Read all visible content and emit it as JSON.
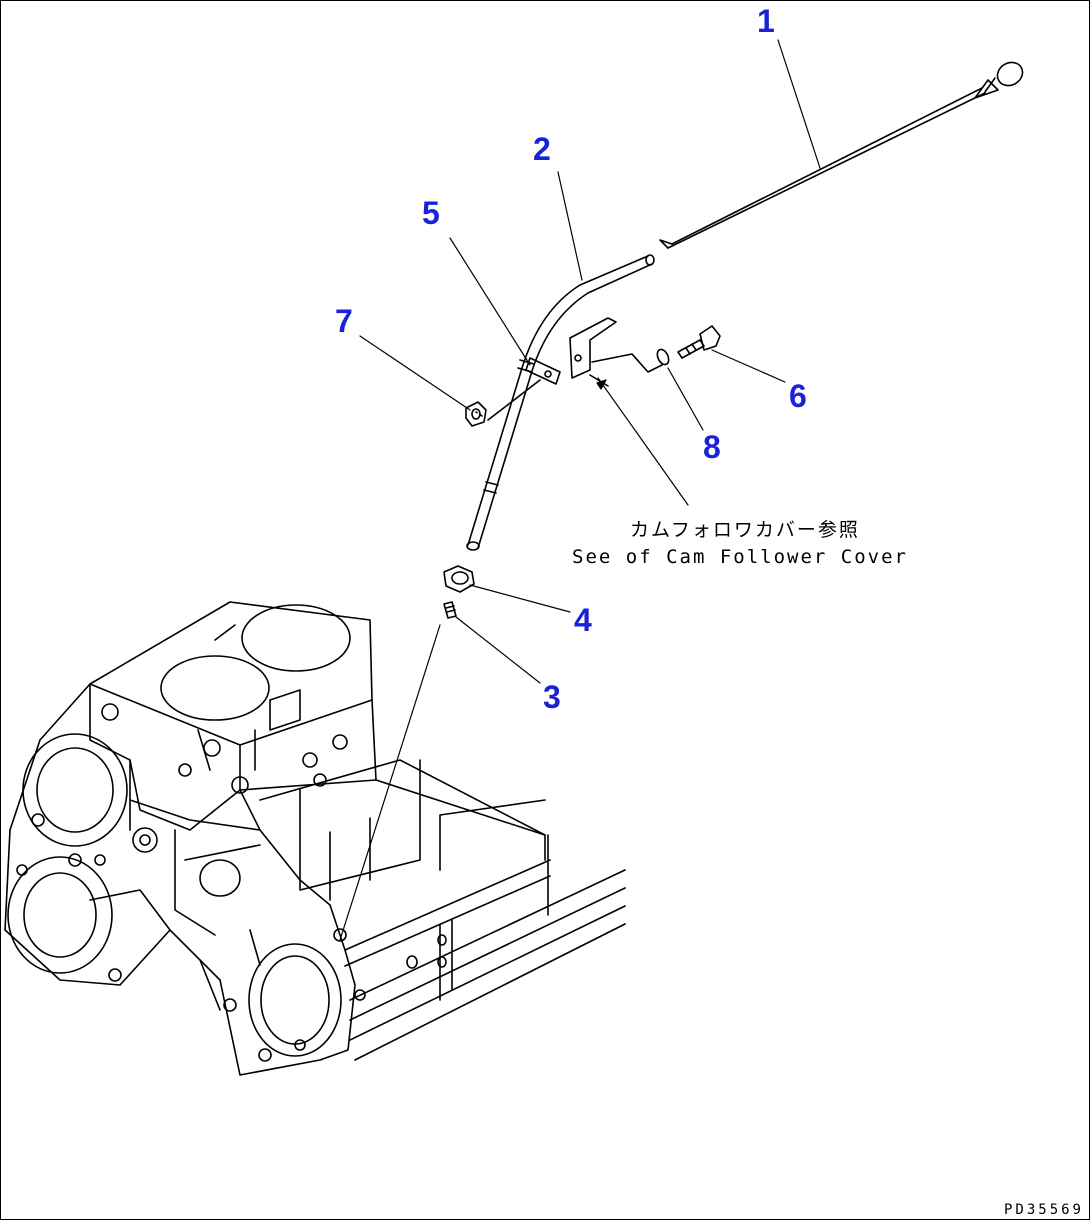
{
  "callouts": {
    "c1": "1",
    "c2": "2",
    "c3": "3",
    "c4": "4",
    "c5": "5",
    "c6": "6",
    "c7": "7",
    "c8": "8"
  },
  "reference_note": {
    "jp": "カムフォロワカバー参照",
    "en": "See of Cam Follower Cover"
  },
  "drawing_id": "PD35569",
  "colors": {
    "callout_number": "#1a22d8",
    "line_art": "#000000",
    "background": "#ffffff"
  }
}
